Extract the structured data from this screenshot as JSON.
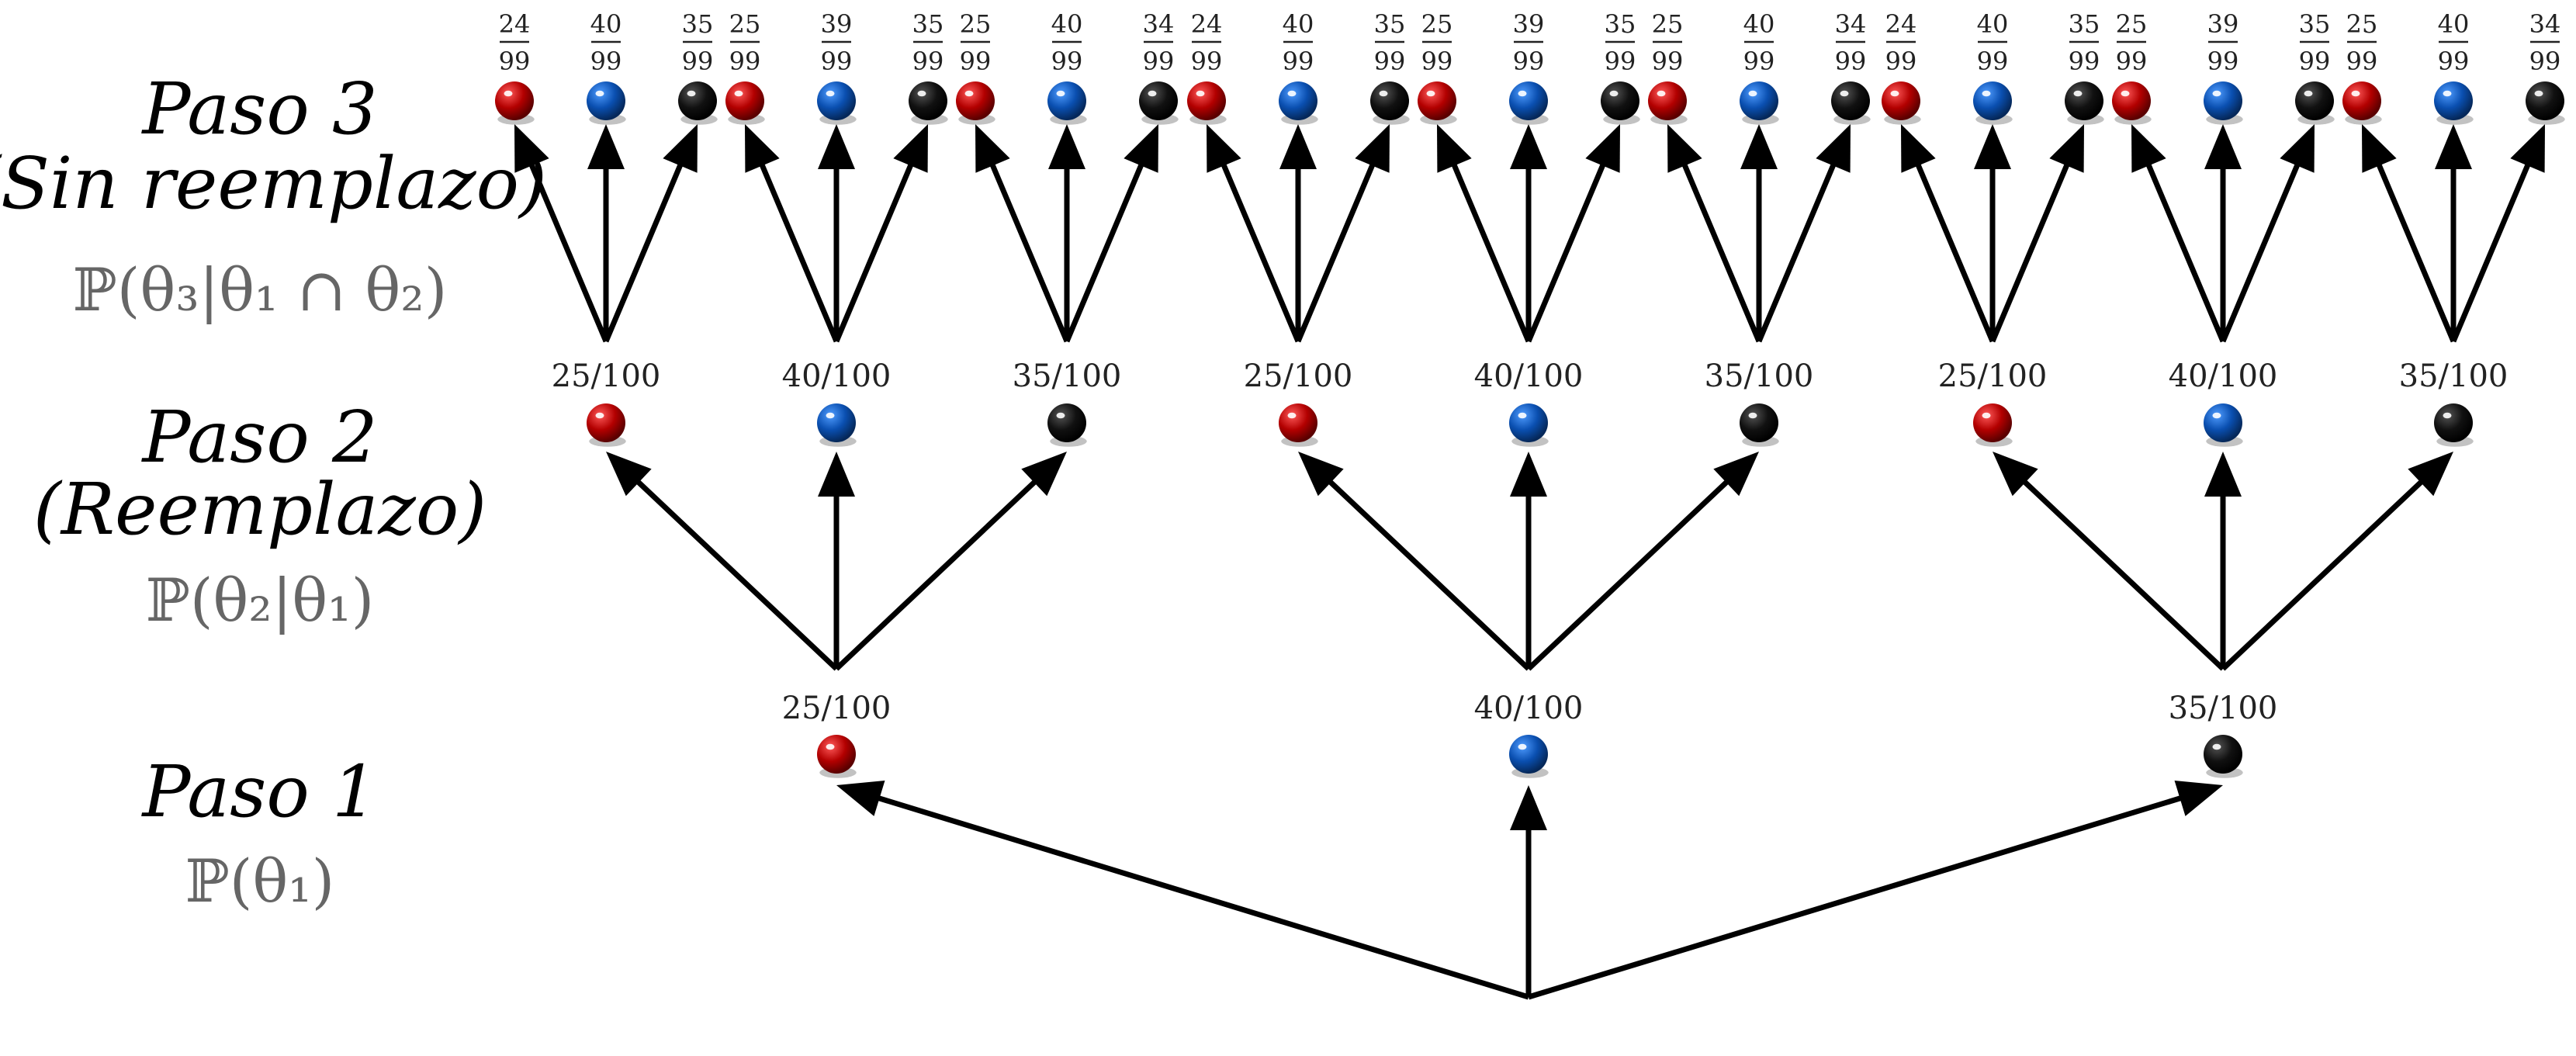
{
  "steps": [
    {
      "title": "Paso 3",
      "subtitle": "(Sin reemplazo)",
      "formula": "ℙ(θ₃|θ₁ ∩ θ₂)"
    },
    {
      "title": "Paso 2",
      "subtitle": "(Reemplazo)",
      "formula": "ℙ(θ₂|θ₁)"
    },
    {
      "title": "Paso 1",
      "subtitle": "",
      "formula": "ℙ(θ₁)"
    }
  ],
  "colors": {
    "red": "#b30000",
    "blue": "#0a4fb0",
    "black": "#000000"
  },
  "level1": [
    {
      "color": "red",
      "label": "25/100"
    },
    {
      "color": "blue",
      "label": "40/100"
    },
    {
      "color": "black",
      "label": "35/100"
    }
  ],
  "level2_labels": {
    "red": "25/100",
    "blue": "40/100",
    "black": "35/100"
  },
  "level3_fractions": {
    "red-red": [
      "24",
      "99"
    ],
    "red-blue": [
      "40",
      "99"
    ],
    "red-black": [
      "35",
      "99"
    ],
    "blue-red": [
      "25",
      "99"
    ],
    "blue-blue": [
      "39",
      "99"
    ],
    "blue-black": [
      "35",
      "99"
    ],
    "black-red": [
      "25",
      "99"
    ],
    "black-blue": [
      "40",
      "99"
    ],
    "black-black": [
      "34",
      "99"
    ]
  }
}
